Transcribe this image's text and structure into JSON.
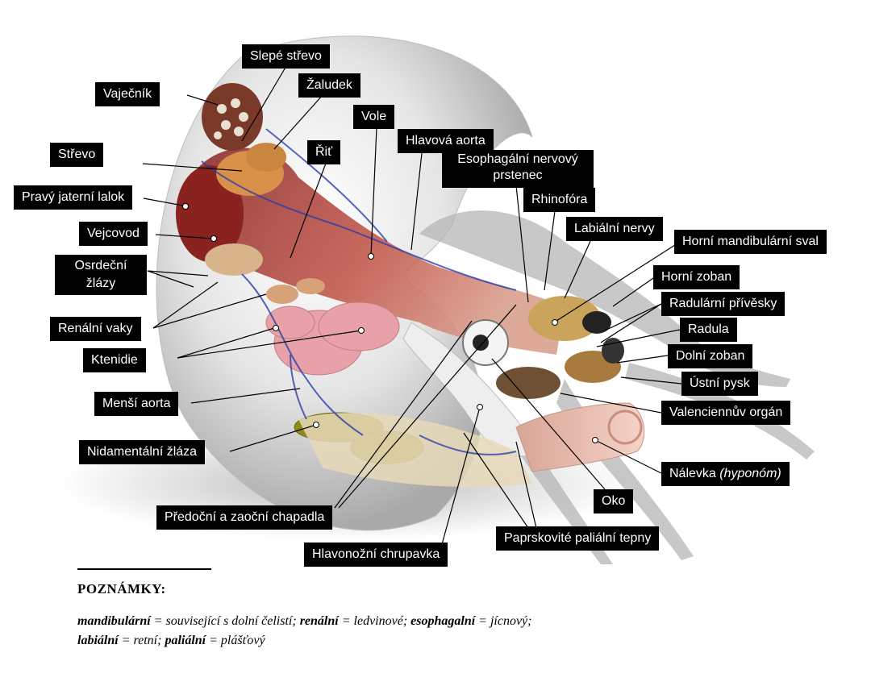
{
  "labels": {
    "vajecnik": "Vaječník",
    "slepe_strevo": "Slepé střevo",
    "zaludek": "Žaludek",
    "vole": "Vole",
    "strevo": "Střevo",
    "rit": "Řiť",
    "hlavova_aorta": "Hlavová aorta",
    "esophagalni_1": "Esophagální nervový",
    "esophagalni_2": "prstenec",
    "pravy_jaterni_lalok": "Pravý jaterní lalok",
    "rhinofora": "Rhinofóra",
    "labialni_nervy": "Labiální nervy",
    "vejcovod": "Vejcovod",
    "horni_mandibularni_sval": "Horní mandibulární sval",
    "osrdecni_1": "Osrdeční",
    "osrdecni_2": "žlázy",
    "horni_zoban": "Horní zoban",
    "radularni_privesky": "Radulární přívěsky",
    "renalni_vaky": "Renální vaky",
    "radula": "Radula",
    "ktenidie": "Ktenidie",
    "dolni_zoban": "Dolní zoban",
    "ustni_pysk": "Ústní pysk",
    "mensi_aorta": "Menší aorta",
    "valenciennuv_organ": "Valenciennův orgán",
    "nidamentalni_zlaza": "Nidamentální žláza",
    "nalevka": "Nálevka ",
    "nalevka_italic": "(hyponóm)",
    "oko": "Oko",
    "predocni_chapadla": "Předoční a zaoční chapadla",
    "paprskovite_tepny": "Paprskovité paliální tepny",
    "hlavonozni_chrupavka": "Hlavonožní chrupavka"
  },
  "notes": {
    "heading": "POZNÁMKY:",
    "items": [
      {
        "term": "mandibulární",
        "def": " = související s dolní čelistí; "
      },
      {
        "term": "renální",
        "def": " = ledvinové; "
      },
      {
        "term": "esophagalní",
        "def": " = jícnový;"
      },
      {
        "term": "labiální",
        "def": " = retní; "
      },
      {
        "term": "paliální",
        "def": " = plášťový"
      }
    ]
  },
  "colors": {
    "label_bg": "#000000",
    "label_text": "#ffffff",
    "shell": "#d9d9d9",
    "vessel": "#2b3fa8",
    "gill": "#e8a1a8",
    "gland": "#8f8a1c",
    "skin": "#e8c2b4"
  }
}
